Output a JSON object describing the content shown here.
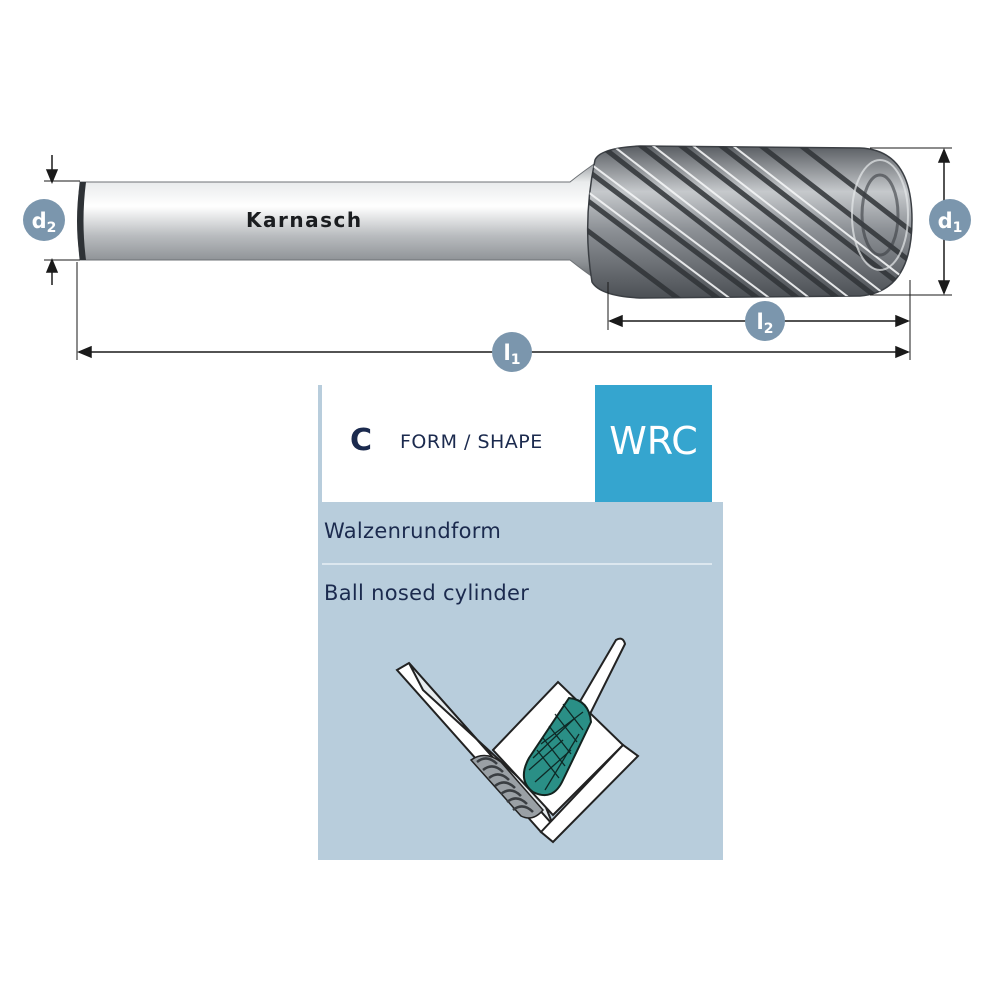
{
  "brand": "Karnasch",
  "dimensions": {
    "d1": "d1",
    "d2": "d2",
    "l1": "l1",
    "l2": "l2"
  },
  "shape_card": {
    "letter": "C",
    "label": "FORM / SHAPE",
    "code": "WRC",
    "name_de": "Walzenrundform",
    "name_en": "Ball nosed cylinder"
  },
  "colors": {
    "accent": "#35a5cf",
    "badge": "#7b96ad",
    "card_bg": "#b8cddc",
    "text_dark": "#1b2a4e"
  },
  "icons": [
    "arrow-icon",
    "workpiece-icon",
    "burr-icon"
  ]
}
